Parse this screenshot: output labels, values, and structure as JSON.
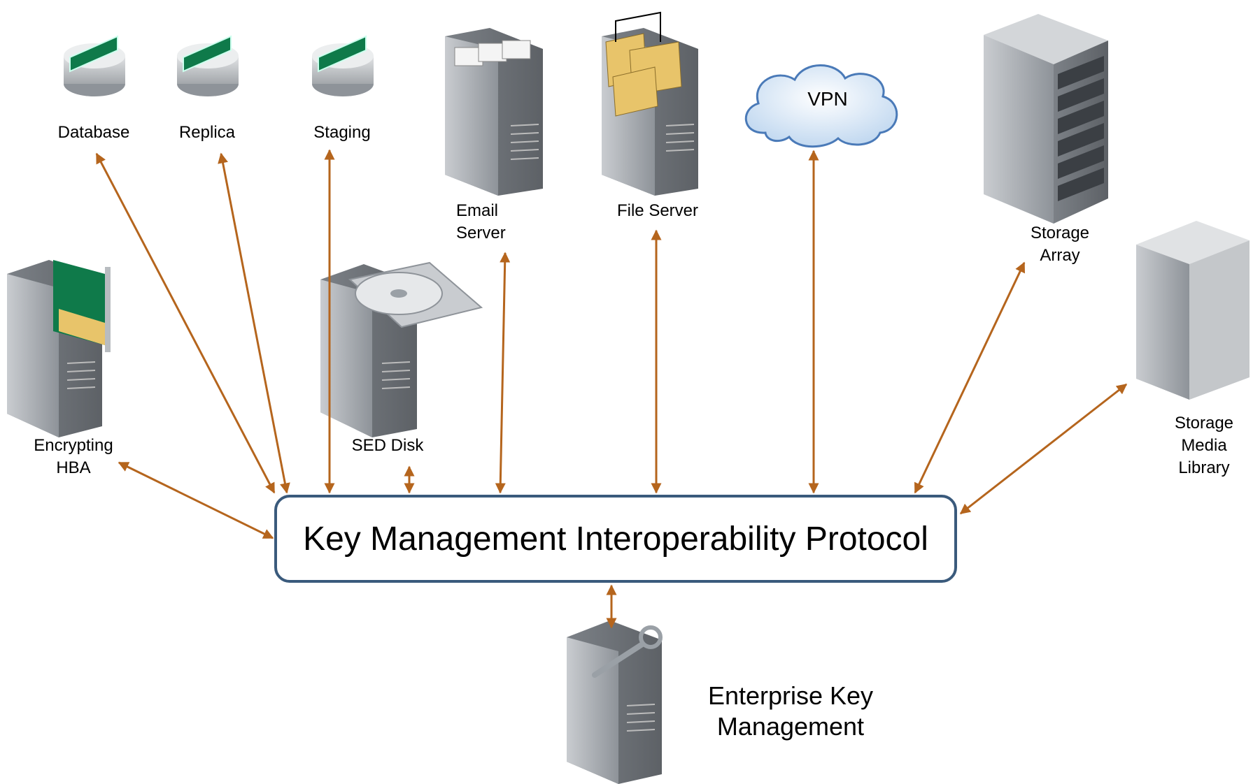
{
  "nodes": {
    "database": "Database",
    "replica": "Replica",
    "staging": "Staging",
    "email_server": "Email\nServer",
    "file_server": "File Server",
    "vpn": "VPN",
    "storage_array": "Storage\nArray",
    "storage_media_library": "Storage\nMedia\nLibrary",
    "encrypting_hba": "Encrypting\nHBA",
    "sed_disk": "SED Disk",
    "enterprise_key_management": "Enterprise Key\nManagement"
  },
  "hub": {
    "label": "Key Management Interoperability Protocol"
  },
  "colors": {
    "arrow": "#b5651d",
    "hub_border": "#3a5a7c",
    "disk_green": "#0f7a4a",
    "server_gray": "#9aa0a6"
  }
}
